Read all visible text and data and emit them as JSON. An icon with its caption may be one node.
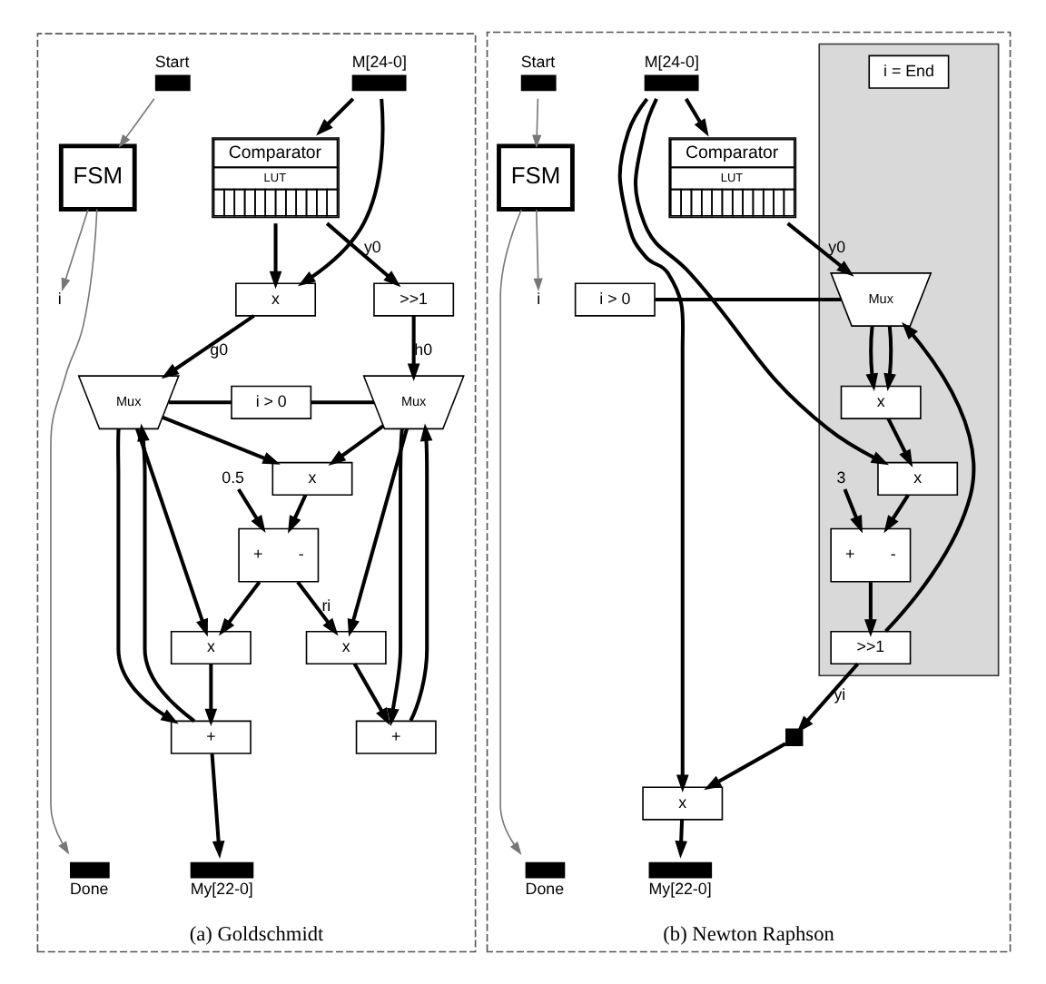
{
  "diagram": {
    "nodes": [
      {
        "text": [
          "(a) Goldschmidt"
        ]
      },
      {
        "text": [
          "Start"
        ],
        "in": 0
      },
      {
        "text": [
          "M[24-0]"
        ],
        "in": 0
      },
      {
        "text": [
          "FSM"
        ],
        "in": 0
      },
      {
        "text": [
          "i"
        ],
        "in": 0
      },
      {
        "text": [
          "Comparator",
          "LUT"
        ],
        "in": 0
      },
      {
        "text": [
          ">>1"
        ],
        "in": 0
      },
      {
        "text": [
          "x"
        ],
        "in": 0
      },
      {
        "text": [
          "Mux"
        ],
        "in": 0
      },
      {
        "text": [
          "i > 0"
        ],
        "in": 0
      },
      {
        "text": [
          "Mux"
        ],
        "in": 0
      },
      {
        "text": [
          "x"
        ],
        "in": 0
      },
      {
        "text": [
          "0.5"
        ],
        "in": 0
      },
      {
        "text": [
          "+",
          "-"
        ],
        "in": 0
      },
      {
        "text": [
          "x"
        ],
        "in": 0
      },
      {
        "text": [
          "x"
        ],
        "in": 0
      },
      {
        "text": [
          "+"
        ],
        "in": 0
      },
      {
        "text": [
          "+"
        ],
        "in": 0
      },
      {
        "text": [
          "Done"
        ],
        "in": 0
      },
      {
        "text": [
          "My[22-0]"
        ],
        "in": 0
      },
      {
        "text": [
          "(b) Newton Raphson"
        ]
      },
      {
        "text": [
          "Start"
        ],
        "in": 20
      },
      {
        "text": [
          "M[24-0]"
        ],
        "in": 20
      },
      {
        "text": [
          "FSM"
        ],
        "in": 20
      },
      {
        "text": [
          "i"
        ],
        "in": 20
      },
      {
        "text": [
          "Comparator",
          "LUT"
        ],
        "in": 20
      },
      {
        "text": [],
        "shape": "box",
        "in": 20
      },
      {
        "text": [
          "Mux"
        ],
        "in": 26
      },
      {
        "text": [
          "i > 0"
        ],
        "in": 20
      },
      {
        "text": [
          "x"
        ],
        "in": 26
      },
      {
        "text": [
          "x"
        ],
        "in": 26
      },
      {
        "text": [
          "3"
        ],
        "in": 26
      },
      {
        "text": [
          "+",
          "-"
        ],
        "in": 26
      },
      {
        "text": [
          ">>1"
        ],
        "in": 26
      },
      {
        "text": [
          "i = End"
        ],
        "in": 26
      },
      {
        "text": [],
        "shape": "box",
        "in": 20
      },
      {
        "text": [
          "x"
        ],
        "in": 20
      },
      {
        "text": [
          "Done"
        ],
        "in": 20
      },
      {
        "text": [
          "My[22-0]"
        ],
        "in": 20
      }
    ],
    "edges": [
      {
        "from": 1,
        "to": 3,
        "arrow": "to",
        "color": "#777777"
      },
      {
        "from": 3,
        "to": 4,
        "arrow": "to",
        "color": "#777777"
      },
      {
        "from": 3,
        "to": 18,
        "arrow": "to",
        "color": "#777777"
      },
      {
        "from": 2,
        "to": 5,
        "arrow": "to"
      },
      {
        "from": 2,
        "to": 7,
        "arrow": "to"
      },
      {
        "from": 5,
        "to": 6,
        "arrow": "to",
        "label": "y0"
      },
      {
        "from": 5,
        "to": 7,
        "arrow": "to"
      },
      {
        "from": 6,
        "to": 8,
        "arrow": "to",
        "label": "h0"
      },
      {
        "from": 7,
        "to": 10,
        "arrow": "to",
        "label": "g0"
      },
      {
        "from": 9,
        "to": 8,
        "arrow": "none"
      },
      {
        "from": 9,
        "to": 10,
        "arrow": "none"
      },
      {
        "from": 8,
        "to": 11,
        "arrow": "to"
      },
      {
        "from": 10,
        "to": 11,
        "arrow": "to"
      },
      {
        "from": 11,
        "to": 13,
        "arrow": "to"
      },
      {
        "from": 12,
        "to": 13,
        "arrow": "to"
      },
      {
        "from": 8,
        "to": 14,
        "arrow": "to"
      },
      {
        "from": 8,
        "to": 16,
        "arrow": "to"
      },
      {
        "from": 13,
        "to": 14,
        "arrow": "to",
        "label": "ri"
      },
      {
        "from": 13,
        "to": 15,
        "arrow": "to"
      },
      {
        "from": 10,
        "to": 15,
        "arrow": "to"
      },
      {
        "from": 10,
        "to": 17,
        "arrow": "to"
      },
      {
        "from": 14,
        "to": 16,
        "arrow": "to"
      },
      {
        "from": 15,
        "to": 17,
        "arrow": "to"
      },
      {
        "from": 16,
        "to": 8,
        "arrow": "to"
      },
      {
        "from": 17,
        "to": 10,
        "arrow": "to"
      },
      {
        "from": 17,
        "to": 19,
        "arrow": "to"
      },
      {
        "from": 21,
        "to": 23,
        "arrow": "to",
        "color": "#777777"
      },
      {
        "from": 23,
        "to": 24,
        "arrow": "to",
        "color": "#777777"
      },
      {
        "from": 23,
        "to": 37,
        "arrow": "to",
        "color": "#777777"
      },
      {
        "from": 22,
        "to": 25,
        "arrow": "to"
      },
      {
        "from": 22,
        "to": 30,
        "arrow": "to"
      },
      {
        "from": 22,
        "to": 36,
        "arrow": "to"
      },
      {
        "from": 25,
        "to": 27,
        "arrow": "to",
        "label": "y0"
      },
      {
        "from": 33,
        "to": 27,
        "arrow": "to"
      },
      {
        "from": 28,
        "to": 27,
        "arrow": "none"
      },
      {
        "from": 27,
        "to": 29,
        "arrow": "to"
      },
      {
        "from": 27,
        "to": 29,
        "arrow": "to"
      },
      {
        "from": 29,
        "to": 30,
        "arrow": "to"
      },
      {
        "from": 30,
        "to": 32,
        "arrow": "to"
      },
      {
        "from": 31,
        "to": 32,
        "arrow": "to"
      },
      {
        "from": 32,
        "to": 33,
        "arrow": "to"
      },
      {
        "from": 33,
        "to": 35,
        "arrow": "to",
        "label": "yi"
      },
      {
        "from": 35,
        "to": 36,
        "arrow": "to"
      },
      {
        "from": 36,
        "to": 38,
        "arrow": "to"
      }
    ]
  }
}
